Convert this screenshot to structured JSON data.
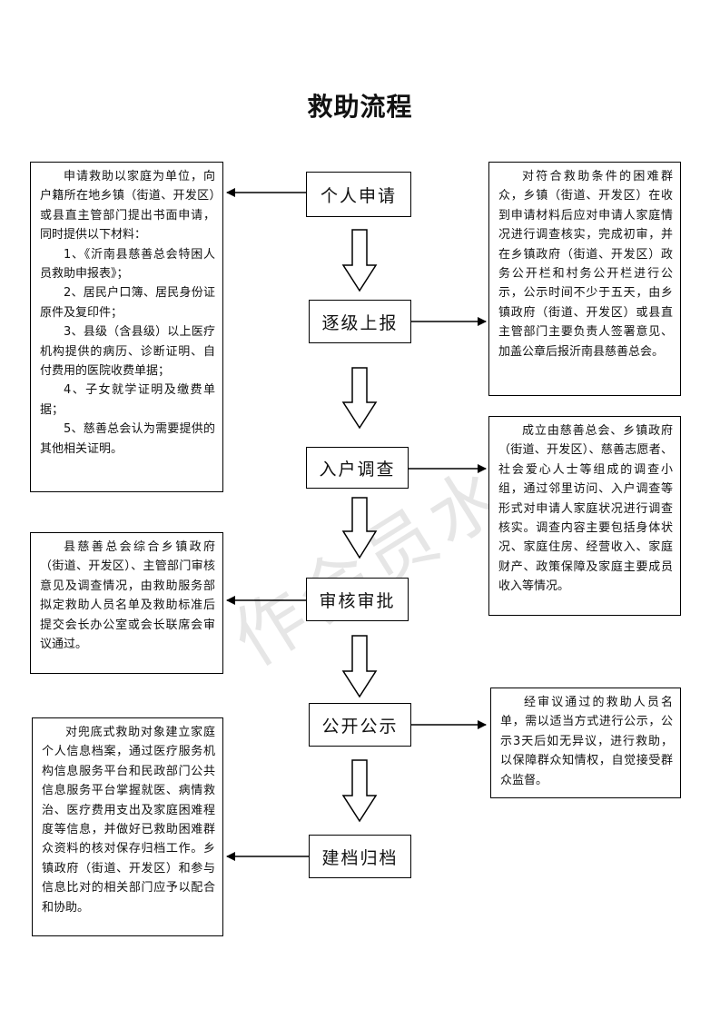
{
  "title": "救助流程",
  "watermark": "作会员水印",
  "steps": [
    "个人申请",
    "逐级上报",
    "入户调查",
    "审核审批",
    "公开公示",
    "建档归档"
  ],
  "notes": {
    "apply": [
      "申请救助以家庭为单位，向户籍所在地乡镇（街道、开发区）或县直主管部门提出书面申请，同时提供以下材料：",
      "1、《沂南县慈善总会特困人员救助申报表》；",
      "2、居民户口簿、居民身份证原件及复印件；",
      "3、县级（含县级）以上医疗机构提供的病历、诊断证明、自付费用的医院收费单据；",
      "4、子女就学证明及缴费单据；",
      "5、慈善总会认为需要提供的其他相关证明。"
    ],
    "report": [
      "对符合救助条件的困难群众，乡镇（街道、开发区）在收到申请材料后应对申请人家庭情况进行调查核实，完成初审，并在乡镇政府（街道、开发区）政务公开栏和村务公开栏进行公示，公示时间不少于五天，由乡镇政府（街道、开发区）或县直主管部门主要负责人签署意见、加盖公章后报沂南县慈善总会。"
    ],
    "survey": [
      "成立由慈善总会、乡镇政府（街道、开发区）、慈善志愿者、社会爱心人士等组成的调查小组，通过邻里访问、入户调查等形式对申请人家庭状况进行调查核实。调查内容主要包括身体状况、家庭住房、经营收入、家庭财产、政策保障及家庭主要成员收入等情况。"
    ],
    "approve": [
      "县慈善总会综合乡镇政府（街道、开发区）、主管部门审核意见及调查情况，由救助服务部拟定救助人员名单及救助标准后提交会长办公室或会长联席会审议通过。"
    ],
    "publicize": [
      "经审议通过的救助人员名单，需以适当方式进行公示，公示3天后如无异议，进行救助，以保障群众知情权，自觉接受群众监督。"
    ],
    "archive": [
      "对兜底式救助对象建立家庭个人信息档案，通过医疗服务机构信息服务平台和民政部门公共信息服务平台掌握就医、病情救治、医疗费用支出及家庭困难程度等信息，并做好已救助困难群众资料的核对保存归档工作。乡镇政府（街道、开发区）和参与信息比对的相关部门应予以配合和协助。"
    ]
  }
}
